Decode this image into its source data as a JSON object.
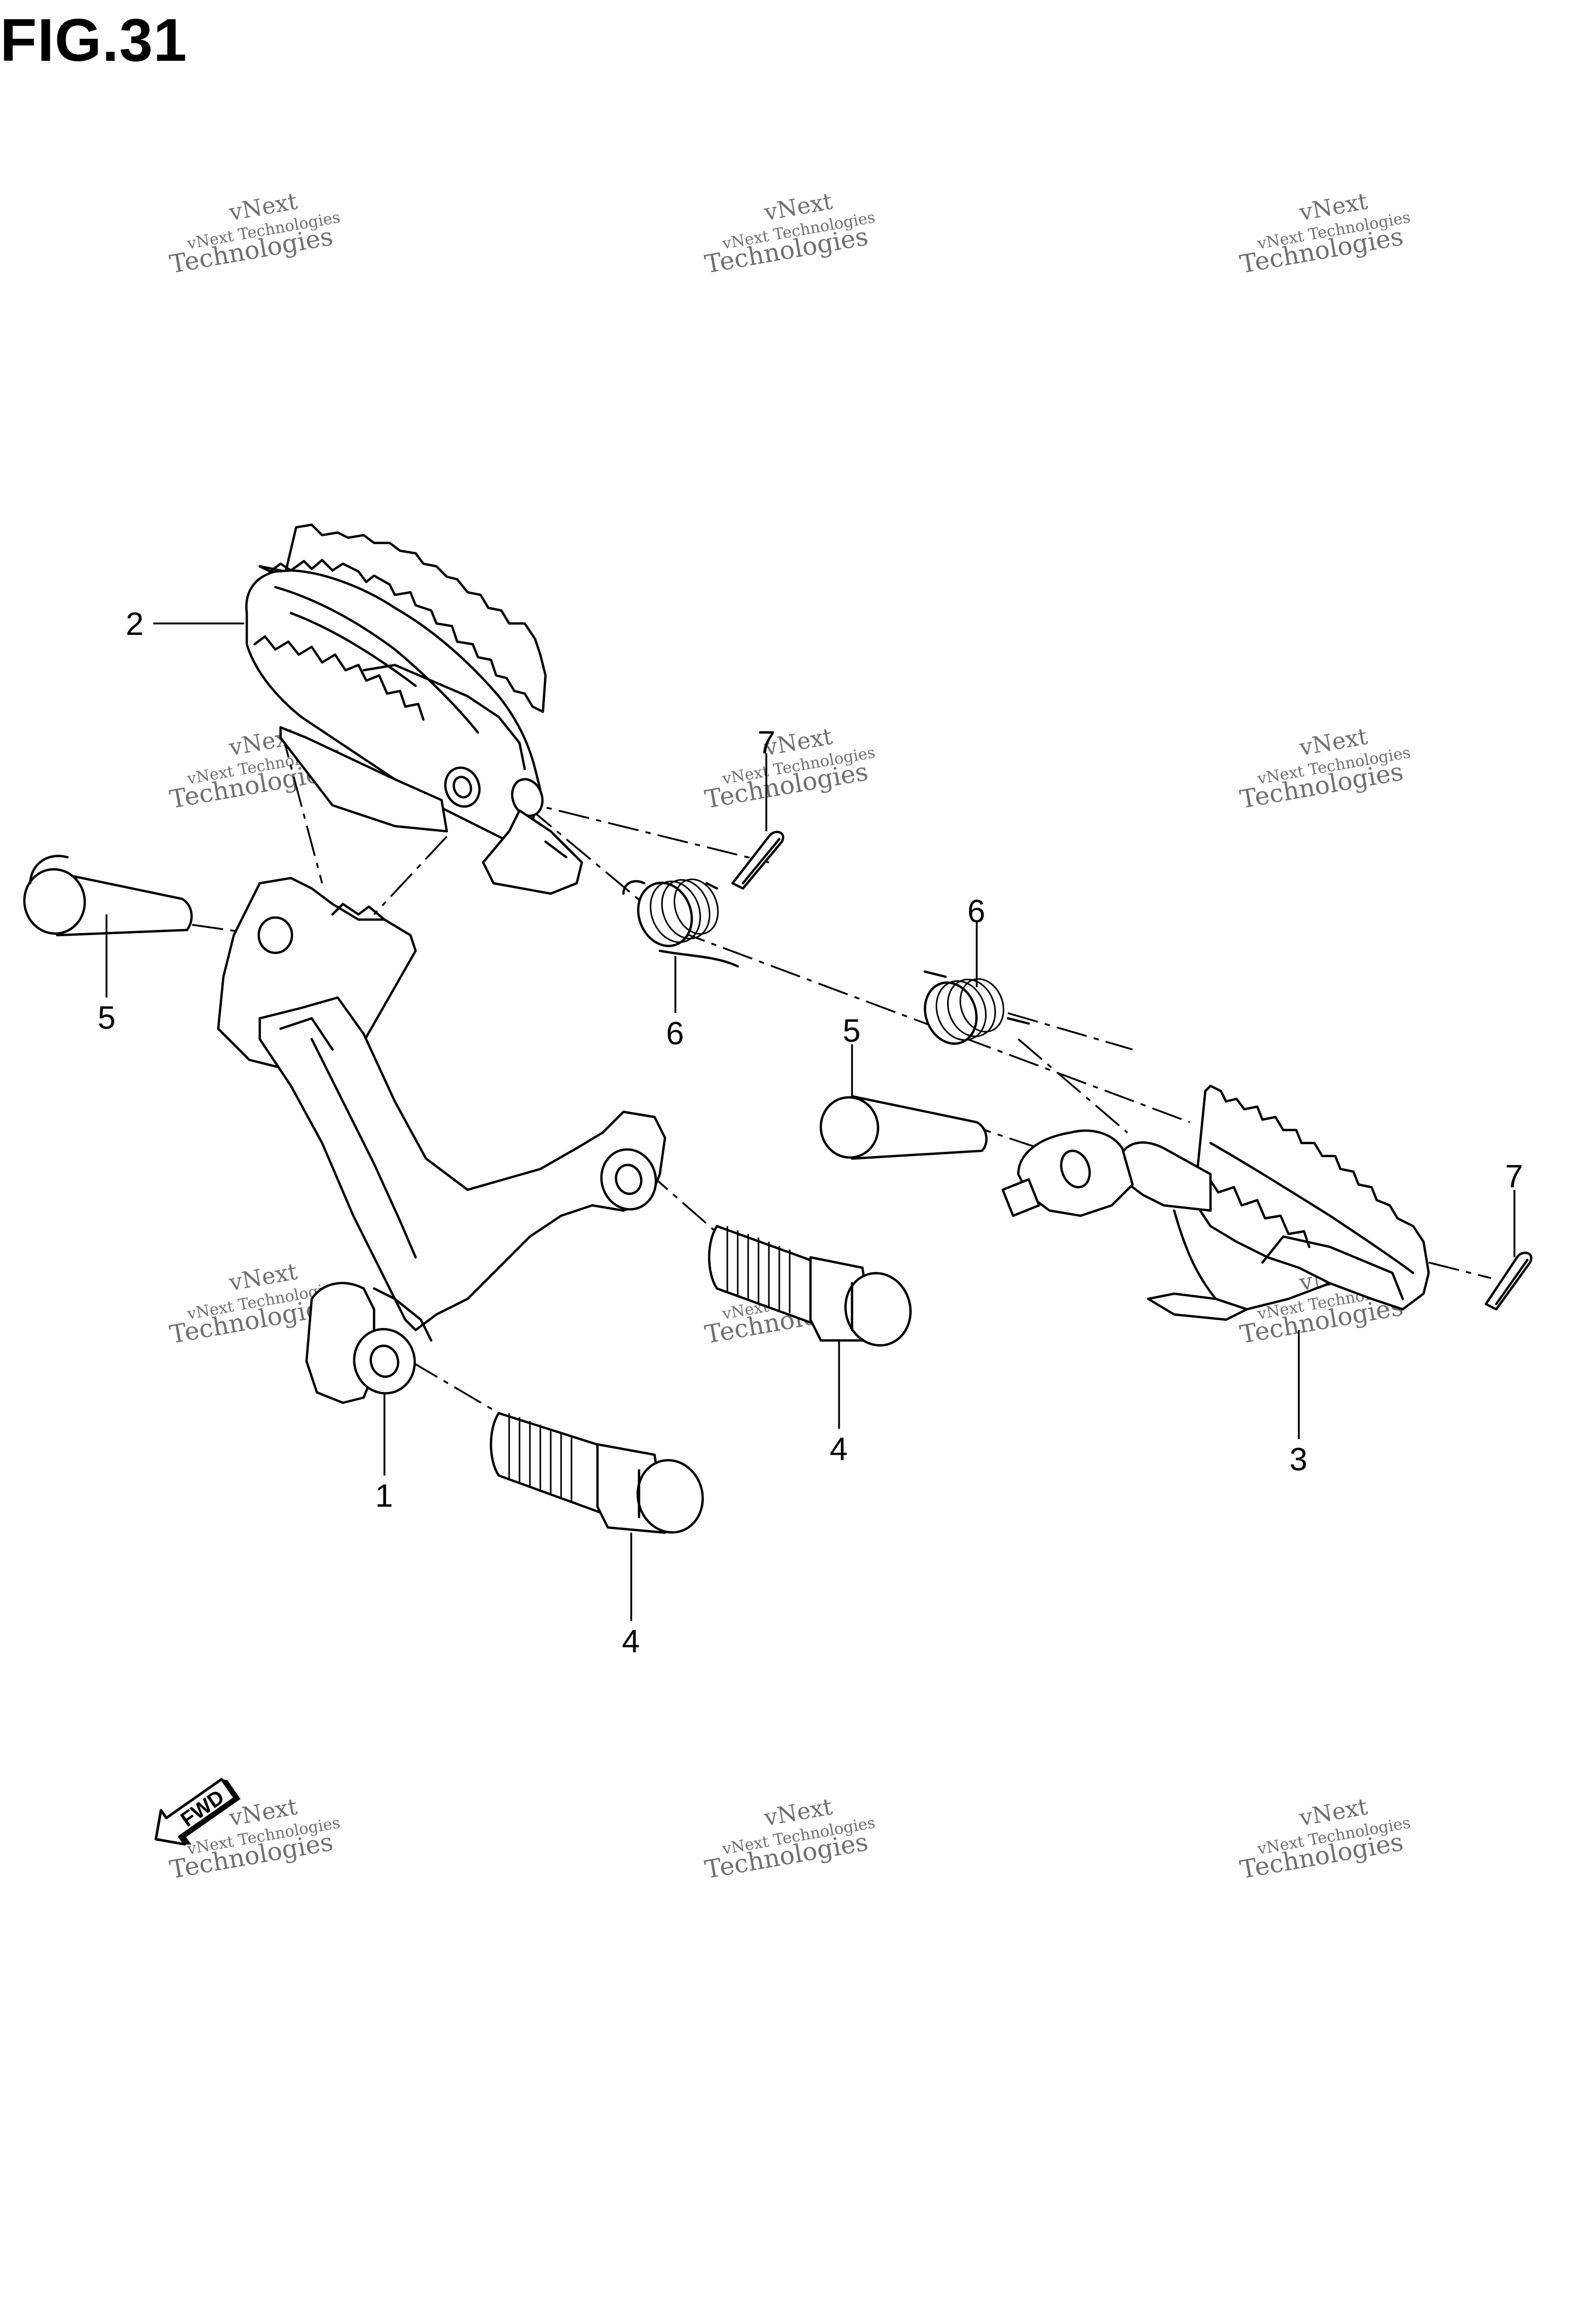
{
  "figure": {
    "title": "FIG.31"
  },
  "watermark": {
    "line1": "vNext",
    "line2": "vNext Technologies",
    "line3": "Technologies"
  },
  "callouts": {
    "bracket": "1",
    "footrest_left": "2",
    "footrest_right": "3",
    "bolt_lower": "4",
    "bolt_upper": "4",
    "pin_left": "5",
    "pin_right": "5",
    "spring_left": "6",
    "spring_right": "6",
    "cotter_left": "7",
    "cotter_right": "7"
  },
  "fwd_arrow": {
    "label": "FWD",
    "icon": "fwd-arrow-icon"
  }
}
